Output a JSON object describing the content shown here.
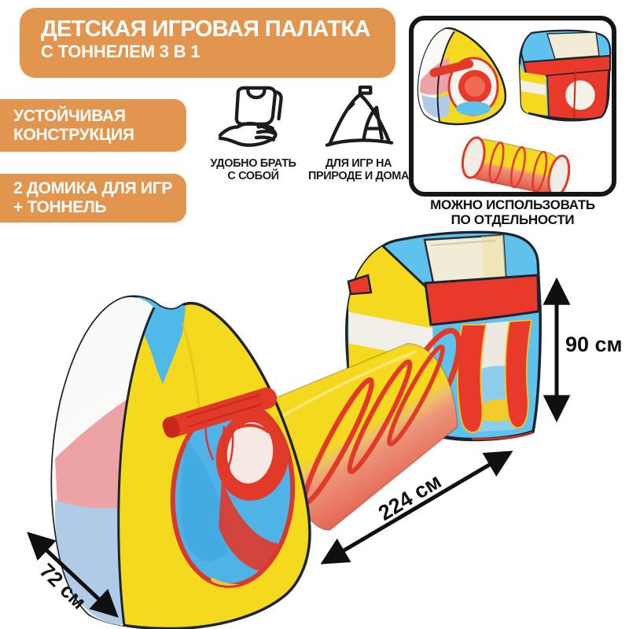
{
  "banner": {
    "line1": "ДЕТСКАЯ ИГРОВАЯ ПАЛАТКА",
    "line2": "С ТОННЕЛЕМ 3 В 1"
  },
  "badges": [
    {
      "line1": "УСТОЙЧИВАЯ",
      "line2": "КОНСТРУКЦИЯ"
    },
    {
      "line1": "2 ДОМИКА ДЛЯ ИГР",
      "line2": "+ ТОННЕЛЬ"
    }
  ],
  "features": [
    {
      "icon": "bag-in-hand-icon",
      "line1": "УДОБНО БРАТЬ",
      "line2": "С СОБОЙ"
    },
    {
      "icon": "tent-outdoor-icon",
      "line1": "ДЛЯ ИГР НА",
      "line2": "ПРИРОДЕ И ДОМА"
    }
  ],
  "inset": {
    "line1": "МОЖНО ИСПОЛЬЗОВАТЬ",
    "line2": "ПО ОТДЕЛЬНОСТИ"
  },
  "dimensions": {
    "height": "90 см",
    "length": "224 см",
    "width": "72 см"
  },
  "product": {
    "parts": [
      "cone-tent",
      "cube-tent",
      "tunnel"
    ],
    "colors": {
      "accent_orange": "#E2954F",
      "tent_yellow": "#F5D91F",
      "tent_red": "#E23A28",
      "tent_blue": "#56BEEC",
      "mesh_pink": "#EDA3A6",
      "mesh_blue": "#AFCBE8",
      "mesh_cream": "#F2ECD6",
      "ink": "#141414"
    }
  }
}
